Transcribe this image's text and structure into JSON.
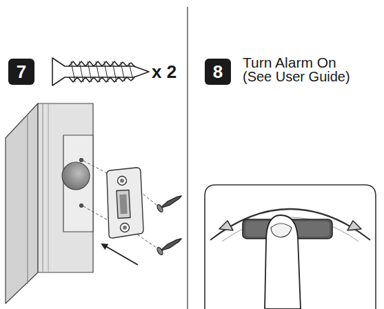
{
  "diagram": {
    "nodes": [
      {
        "text": [
          "7"
        ]
      },
      {
        "text": [
          "8"
        ]
      }
    ],
    "labels": [
      "x 2",
      "Turn Alarm On",
      "(See User Guide)"
    ]
  }
}
